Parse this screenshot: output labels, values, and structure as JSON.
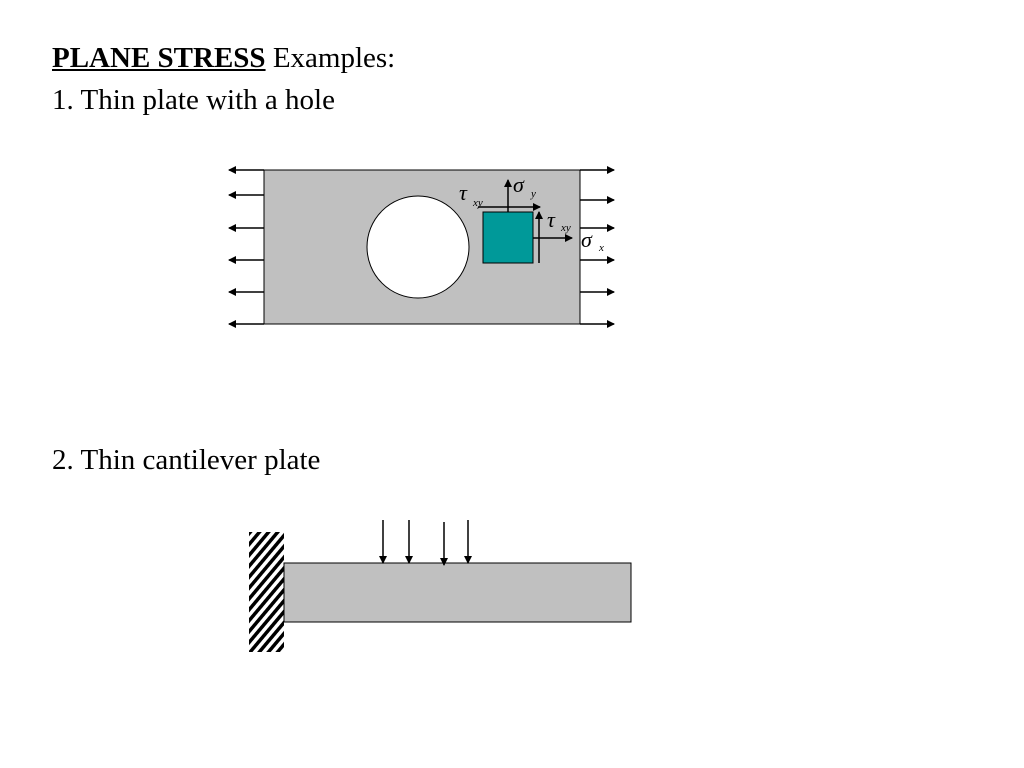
{
  "title": {
    "bold_underlined": "PLANE STRESS",
    "rest": " Examples:"
  },
  "example1": {
    "label": "1. Thin plate with a hole",
    "labels": {
      "tau": "τ",
      "sigma": "σ",
      "xy": "xy",
      "y": "y",
      "x": "x"
    }
  },
  "example2": {
    "label": "2. Thin cantilever plate"
  },
  "colors": {
    "plate": "#c0c0c0",
    "element": "#009999"
  }
}
